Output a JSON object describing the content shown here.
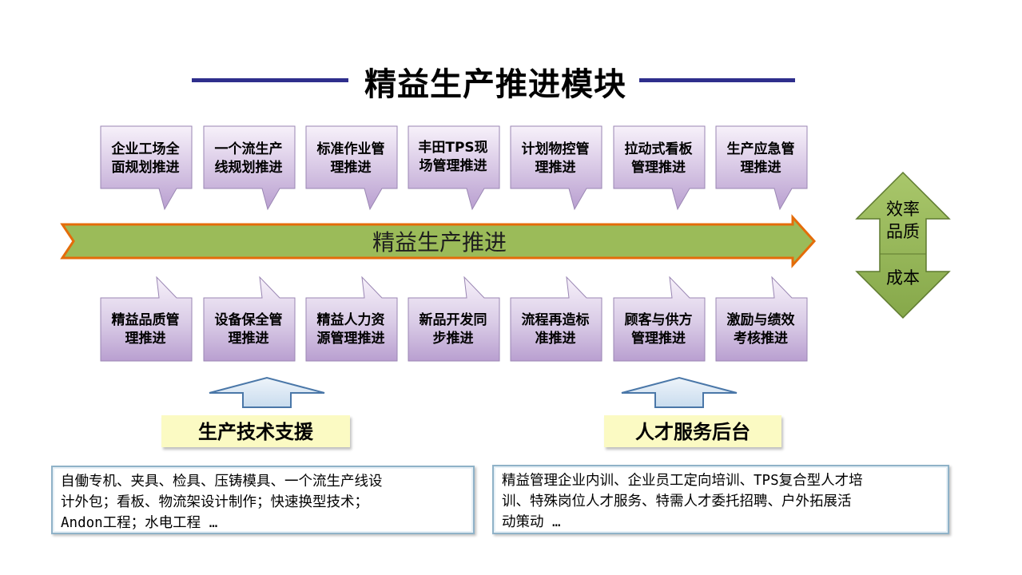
{
  "title": "精益生产推进模块",
  "top_modules": [
    {
      "line1": "企业工场全",
      "line2": "面规划推进"
    },
    {
      "line1": "一个流生产",
      "line2": "线规划推进"
    },
    {
      "line1": "标准作业管",
      "line2": "理推进"
    },
    {
      "line1": "丰田TPS现",
      "line2": "场管理推进"
    },
    {
      "line1": "计划物控管",
      "line2": "理推进"
    },
    {
      "line1": "拉动式看板",
      "line2": "管理推进"
    },
    {
      "line1": "生产应急管",
      "line2": "理推进"
    }
  ],
  "bottom_modules": [
    {
      "line1": "精益品质管",
      "line2": "理推进"
    },
    {
      "line1": "设备保全管",
      "line2": "理推进"
    },
    {
      "line1": "精益人力资",
      "line2": "源管理推进"
    },
    {
      "line1": "新品开发同",
      "line2": "步推进"
    },
    {
      "line1": "流程再造标",
      "line2": "准推进"
    },
    {
      "line1": "顾客与供方",
      "line2": "管理推进"
    },
    {
      "line1": "激励与绩效",
      "line2": "考核推进"
    }
  ],
  "main_arrow_label": "精益生产推进",
  "side_arrow": {
    "up_line1": "效率",
    "up_line2": "品质",
    "down": "成本"
  },
  "support_left": {
    "label": "生产技术支援",
    "desc_lines": [
      "自働专机、夹具、检具、压铸模具、一个流生产线设",
      "计外包；看板、物流架设计制作；快速换型技术；",
      "Andon工程；水电工程 …"
    ]
  },
  "support_right": {
    "label": "人才服务后台",
    "desc_lines": [
      "精益管理企业内训、企业员工定向培训、TPS复合型人才培",
      "训、特殊岗位人才服务、特需人才委托招聘、户外拓展活",
      "动策动 …"
    ]
  },
  "colors": {
    "callout_top": "#f7f1fa",
    "callout_bottom": "#b99fd0",
    "callout_border": "#9a86b3",
    "arrow_fill": "#9bbb59",
    "arrow_border": "#e46c0a",
    "side_arrow_fill": "#8fb051",
    "side_arrow_border": "#5e7a2f",
    "title_line": "#2e2e8c",
    "support_fill": "#fbfac3"
  }
}
